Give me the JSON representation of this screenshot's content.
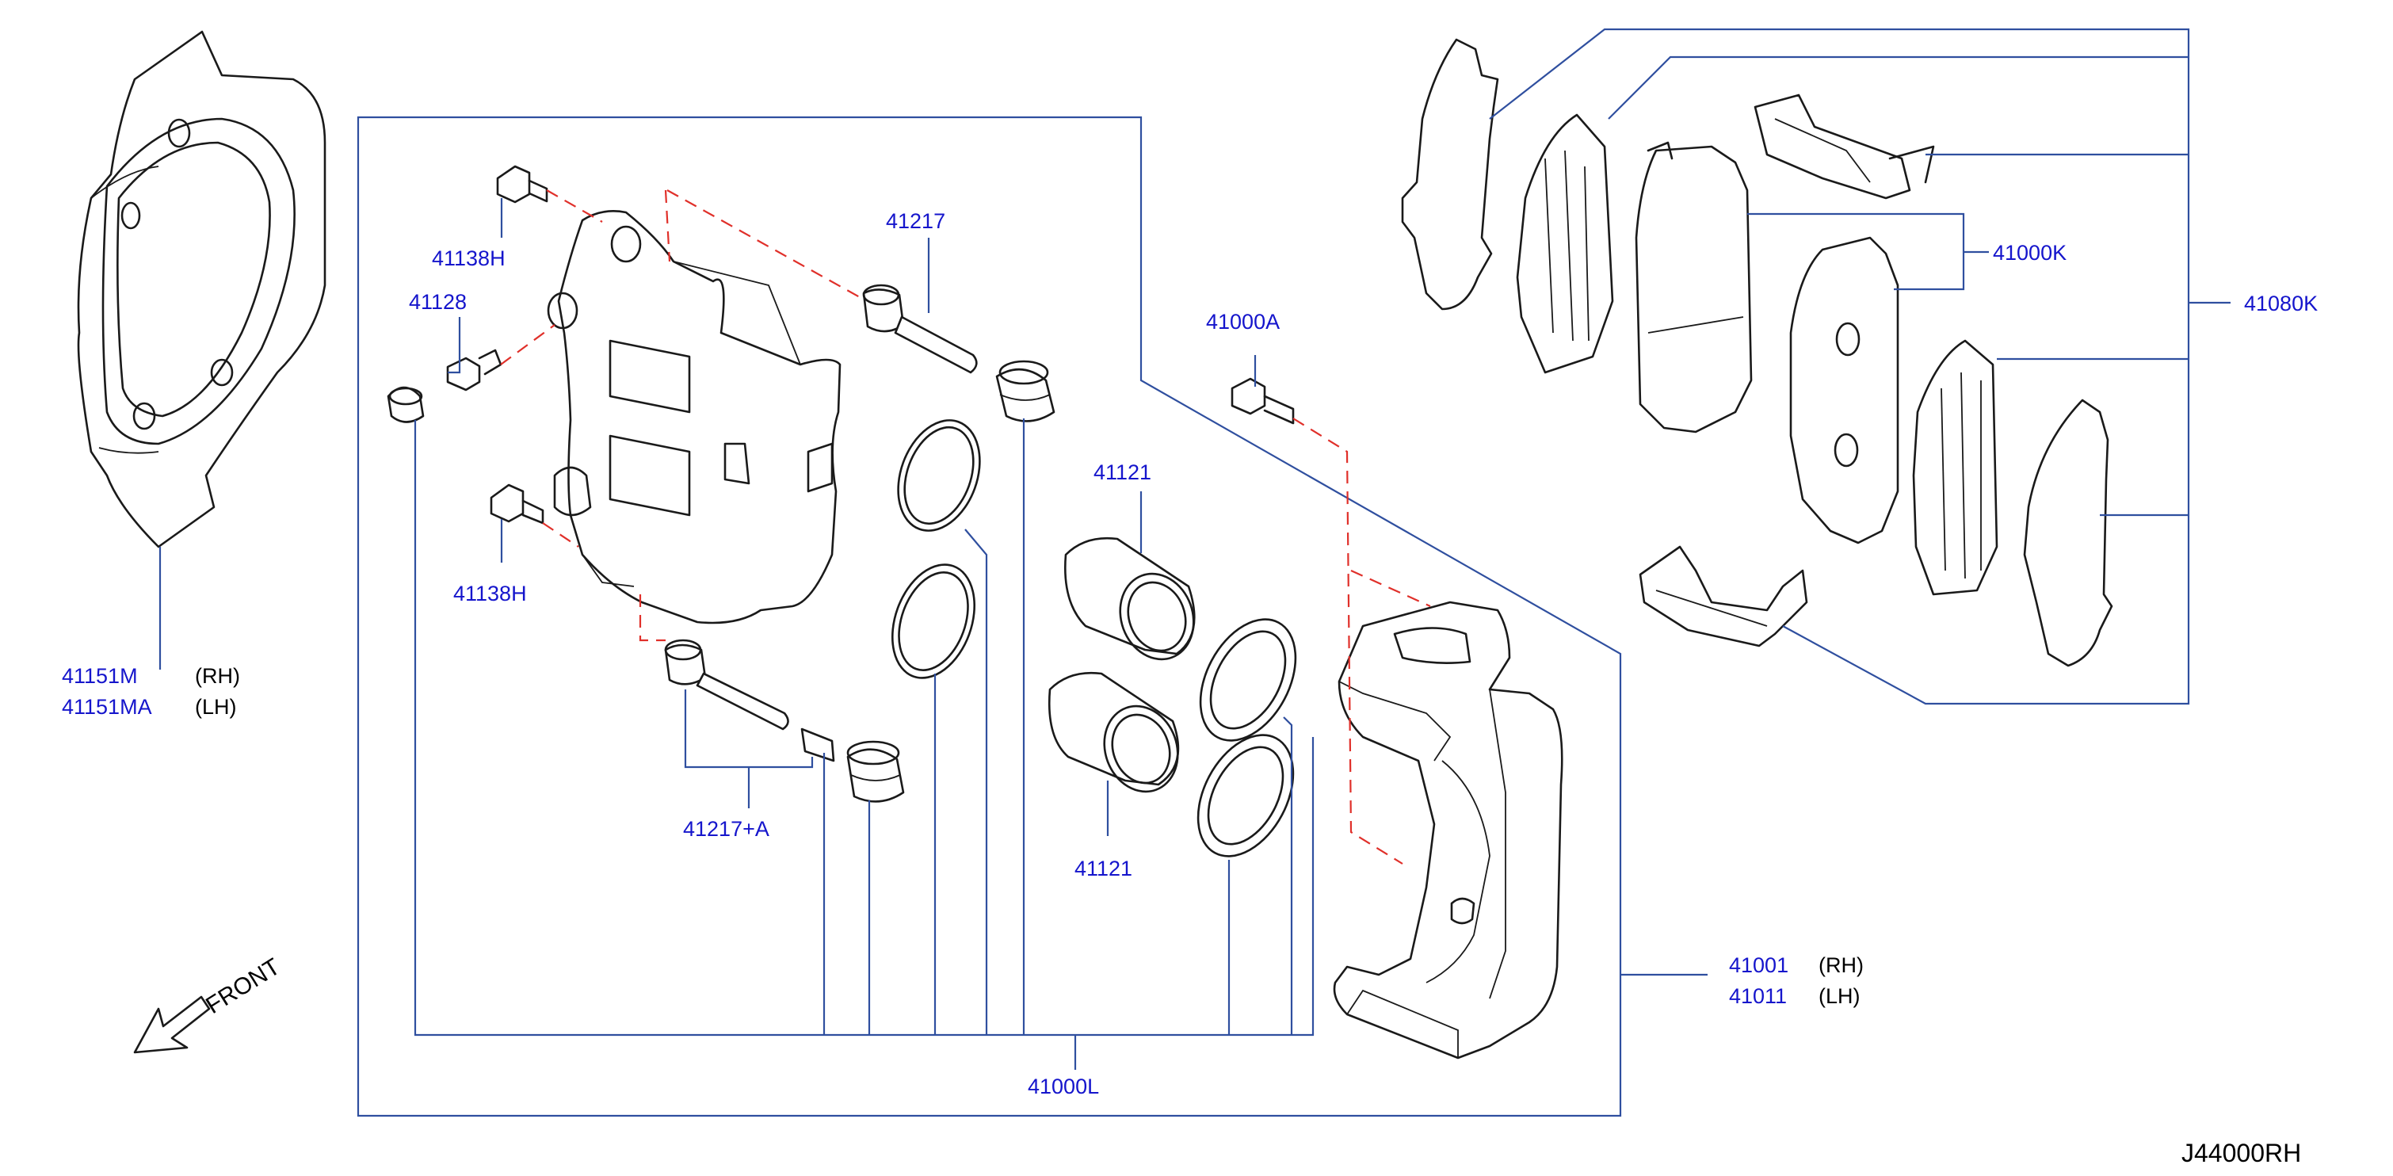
{
  "diagram_code": "J44000RH",
  "front_label": "FRONT",
  "colors": {
    "callout": "#1515cc",
    "leader": "#2f4f9f",
    "hidden_line": "#e0302a",
    "outline": "#1a1a1a"
  },
  "callouts": {
    "c41151m": "41151M",
    "c41151m_side": "(RH)",
    "c41151ma": "41151MA",
    "c41151ma_side": "(LH)",
    "c41138h_top": "41138H",
    "c41128": "41128",
    "c41138h_bottom": "41138H",
    "c41217": "41217",
    "c41217a": "41217+A",
    "c41121_top": "41121",
    "c41121_bottom": "41121",
    "c41000a": "41000A",
    "c41000k": "41000K",
    "c41080k": "41080K",
    "c41001": "41001",
    "c41001_side": "(RH)",
    "c41011": "41011",
    "c41011_side": "(LH)",
    "c41000l": "41000L"
  }
}
